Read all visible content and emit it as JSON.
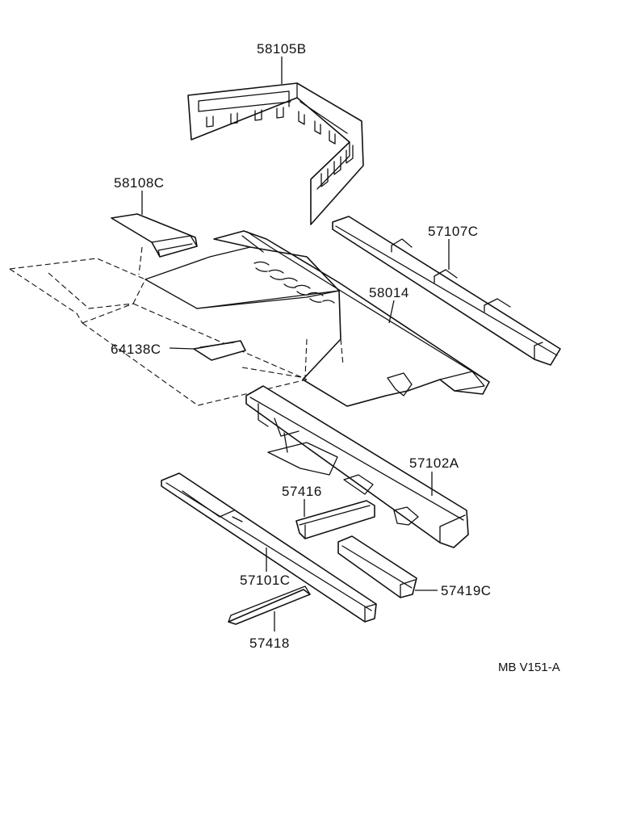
{
  "diagram": {
    "reference_code": "MB V151-A",
    "parts": [
      {
        "number": "58105B"
      },
      {
        "number": "58108C"
      },
      {
        "number": "57107C"
      },
      {
        "number": "58014"
      },
      {
        "number": "64138C"
      },
      {
        "number": "57102A"
      },
      {
        "number": "57416"
      },
      {
        "number": "57101C"
      },
      {
        "number": "57419C"
      },
      {
        "number": "57418"
      }
    ]
  }
}
